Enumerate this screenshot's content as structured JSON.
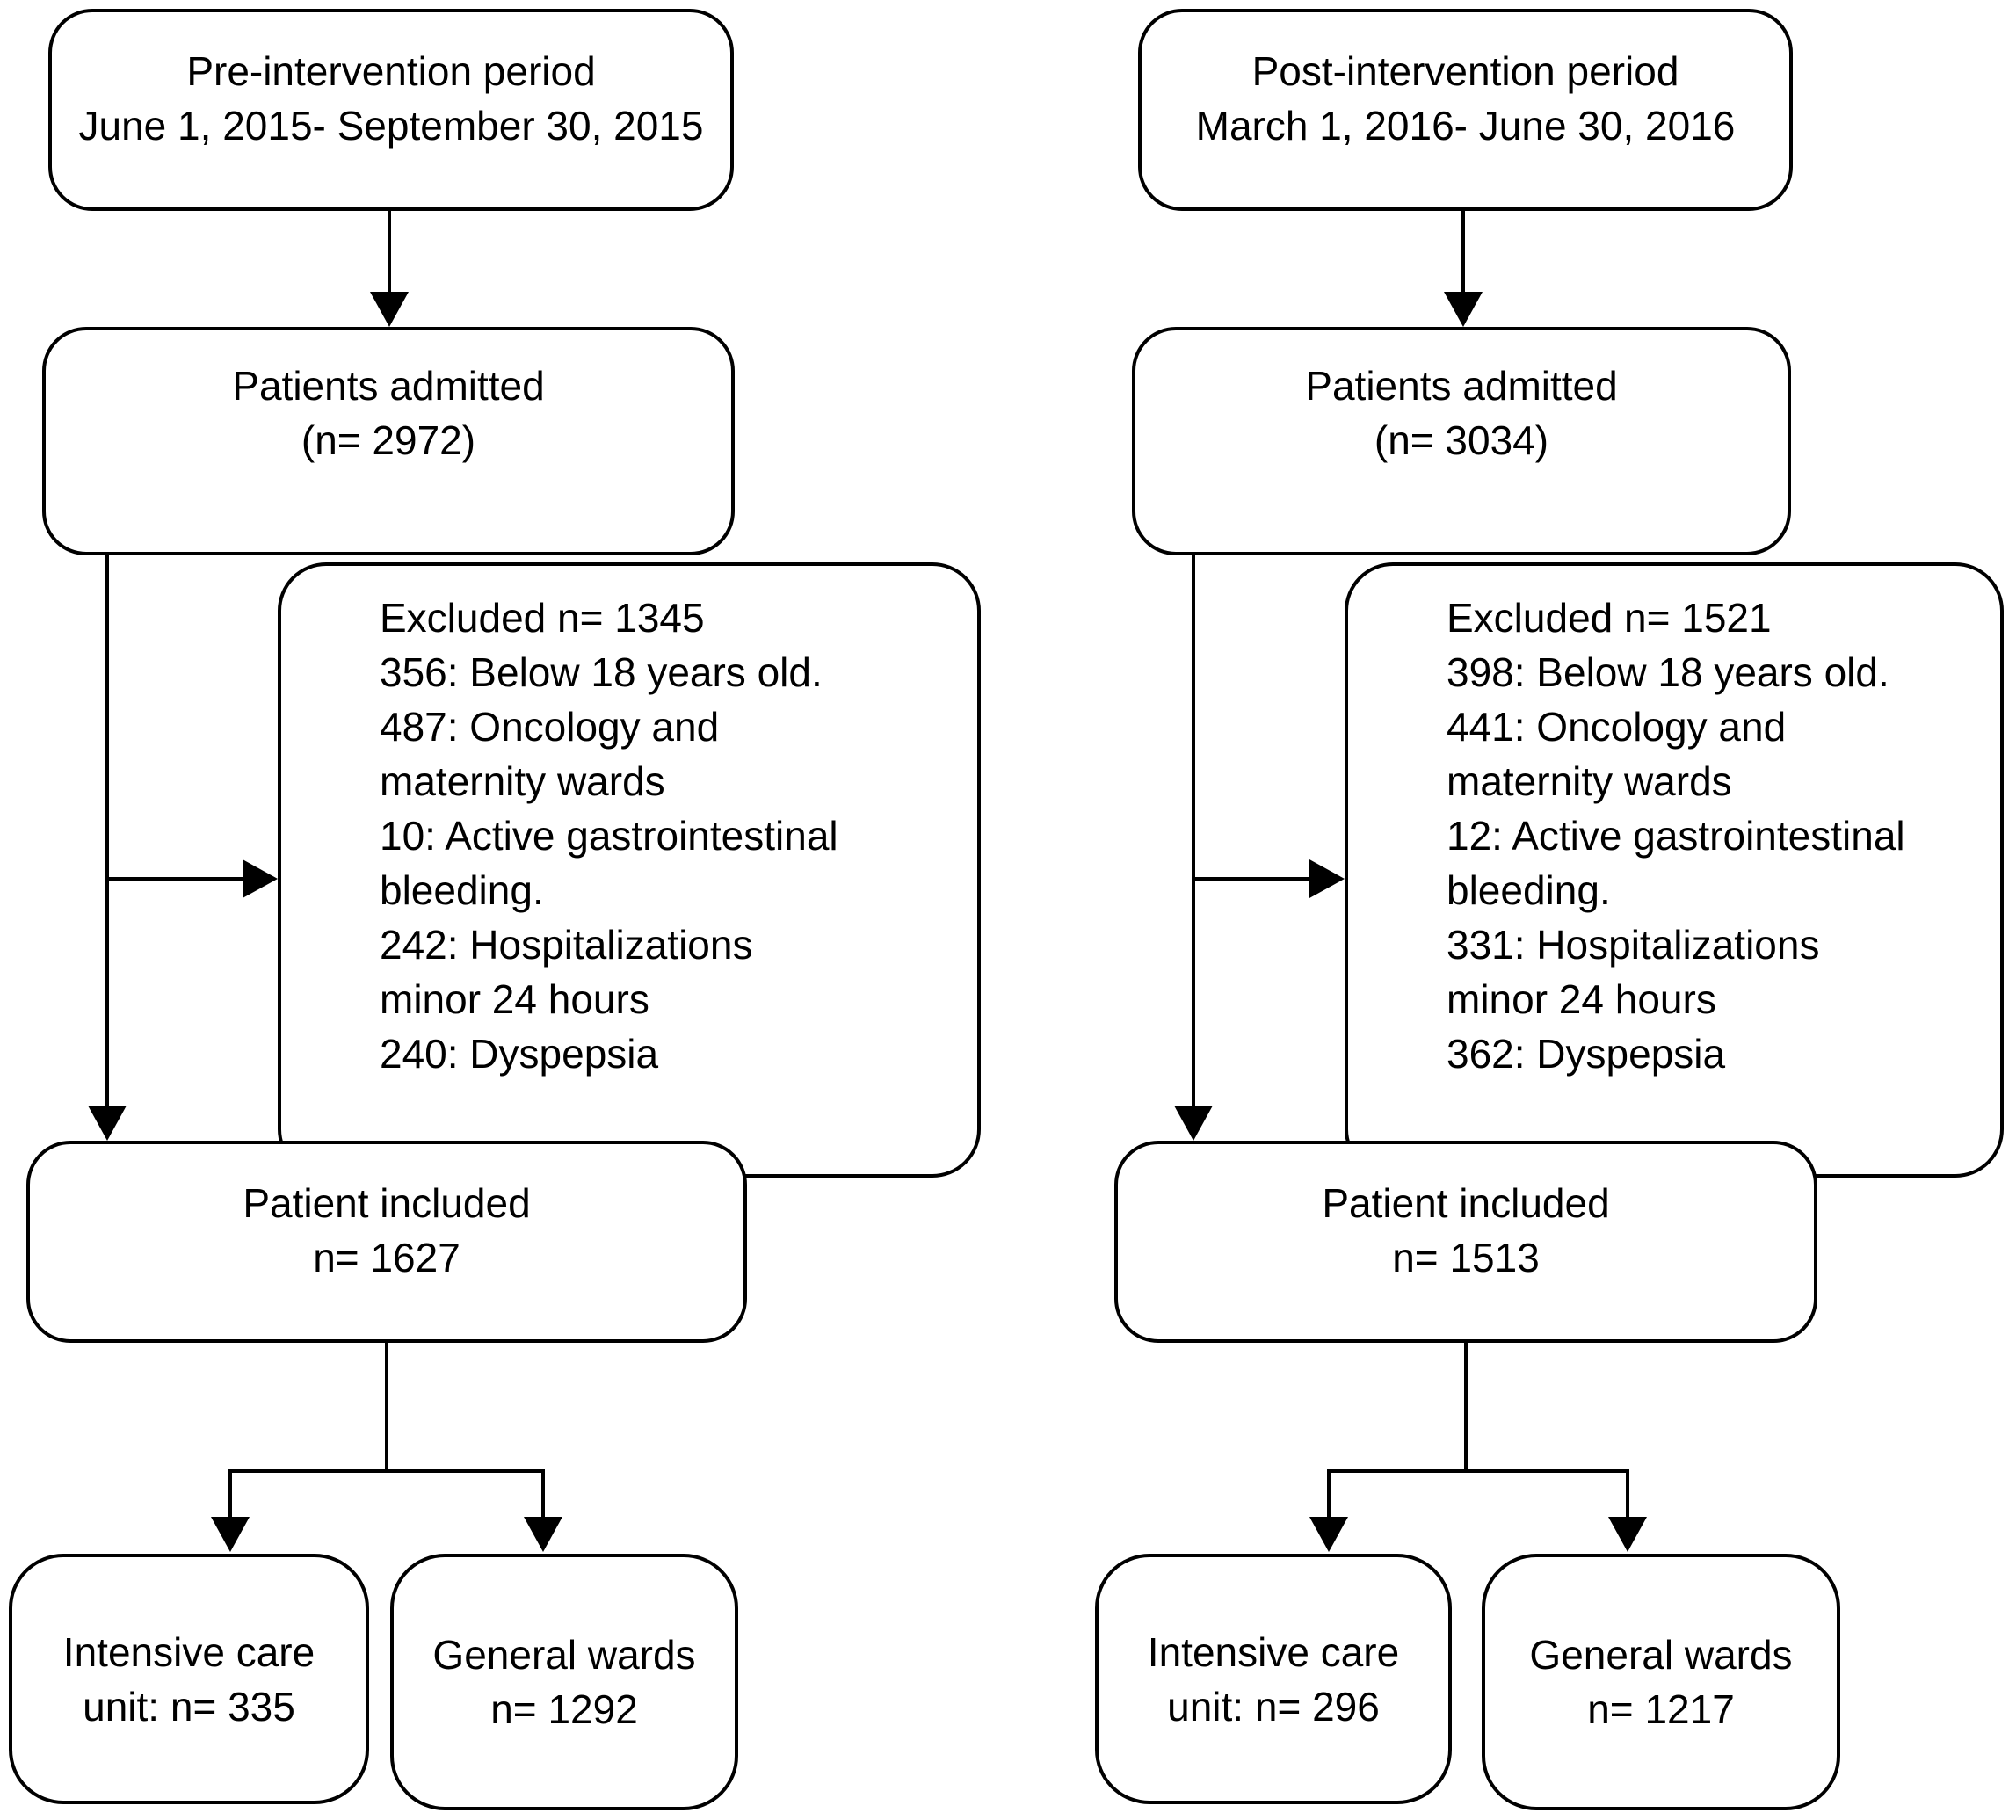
{
  "flow": {
    "pre": {
      "period": [
        "Pre-intervention period",
        "June 1, 2015- September 30, 2015"
      ],
      "admitted": [
        "Patients admitted",
        "(n= 2972)"
      ],
      "excluded": [
        "Excluded n= 1345",
        "356: Below 18 years old.",
        "487: Oncology and",
        "maternity wards",
        "10: Active gastrointestinal",
        "bleeding.",
        "242: Hospitalizations",
        "minor 24 hours",
        "240: Dyspepsia"
      ],
      "included": [
        "Patient included",
        "n= 1627"
      ],
      "icu": [
        "Intensive care",
        "unit: n= 335"
      ],
      "wards": [
        "General wards",
        "n= 1292"
      ]
    },
    "post": {
      "period": [
        "Post-intervention period",
        "March 1, 2016- June 30, 2016"
      ],
      "admitted": [
        "Patients admitted",
        "(n= 3034)"
      ],
      "excluded": [
        "Excluded n= 1521",
        "398: Below 18 years old.",
        "441: Oncology and",
        "maternity wards",
        "12: Active gastrointestinal",
        "bleeding.",
        "331: Hospitalizations",
        "minor 24 hours",
        "362: Dyspepsia"
      ],
      "included": [
        "Patient included",
        "n= 1513"
      ],
      "icu": [
        "Intensive care",
        "unit: n= 296"
      ],
      "wards": [
        "General wards",
        "n= 1217"
      ]
    }
  },
  "colors": {
    "line": "#000000",
    "background": "#ffffff"
  }
}
